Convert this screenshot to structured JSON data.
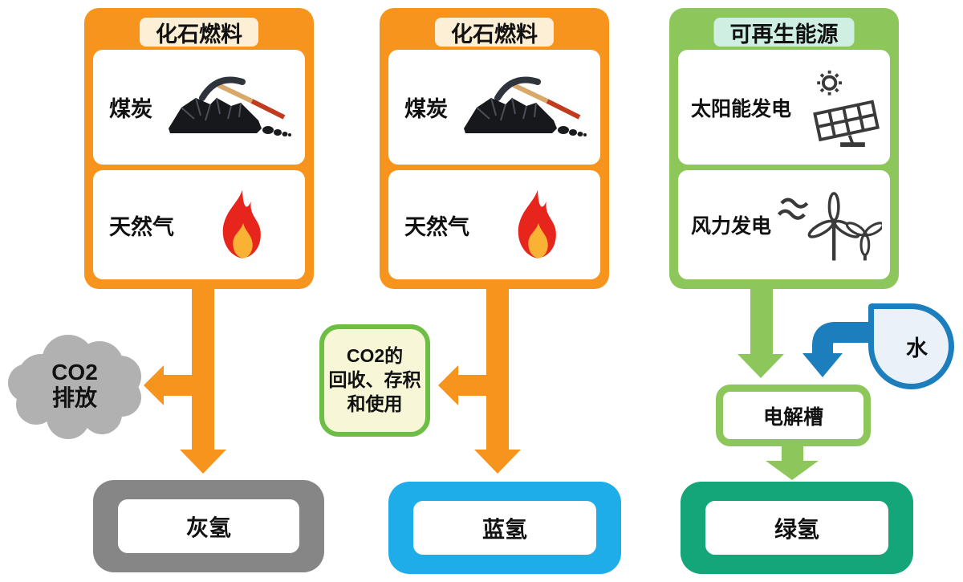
{
  "columns": {
    "fossil1": {
      "header": "化石燃料",
      "coal_label": "煤炭",
      "gas_label": "天然气",
      "cloud_line1": "CO2",
      "cloud_line2": "排放",
      "output_label": "灰氢"
    },
    "fossil2": {
      "header": "化石燃料",
      "coal_label": "煤炭",
      "gas_label": "天然气",
      "capture_line1": "CO2的",
      "capture_line2": "回收、存积",
      "capture_line3": "和使用",
      "output_label": "蓝氢"
    },
    "renewable": {
      "header": "可再生能源",
      "solar_label": "太阳能发电",
      "wind_label": "风力发电",
      "water_label": "水",
      "electrolyzer_label": "电解槽",
      "output_label": "绿氢"
    }
  },
  "icons": {
    "coal": "coal-pickaxe-icon",
    "gas": "flame-icon",
    "solar": "solar-panel-icon",
    "wind": "wind-turbine-icon",
    "water": "water-drop-shape",
    "emission": "co2-cloud-shape"
  },
  "colors": {
    "fossil_orange": "#F7941E",
    "header_cream": "#FCEFD5",
    "renewable_green": "#8DC75C",
    "header_mint": "#CFEFE3",
    "gray_hydrogen": "#868686",
    "blue_hydrogen": "#1FADE9",
    "green_hydrogen": "#14A678",
    "water_blue": "#1D7EBD",
    "water_fill": "#EAF1F8",
    "cloud_gray": "#B1B1B1",
    "capture_box_fill": "#F7F7D8",
    "capture_box_border": "#6CBE44"
  }
}
